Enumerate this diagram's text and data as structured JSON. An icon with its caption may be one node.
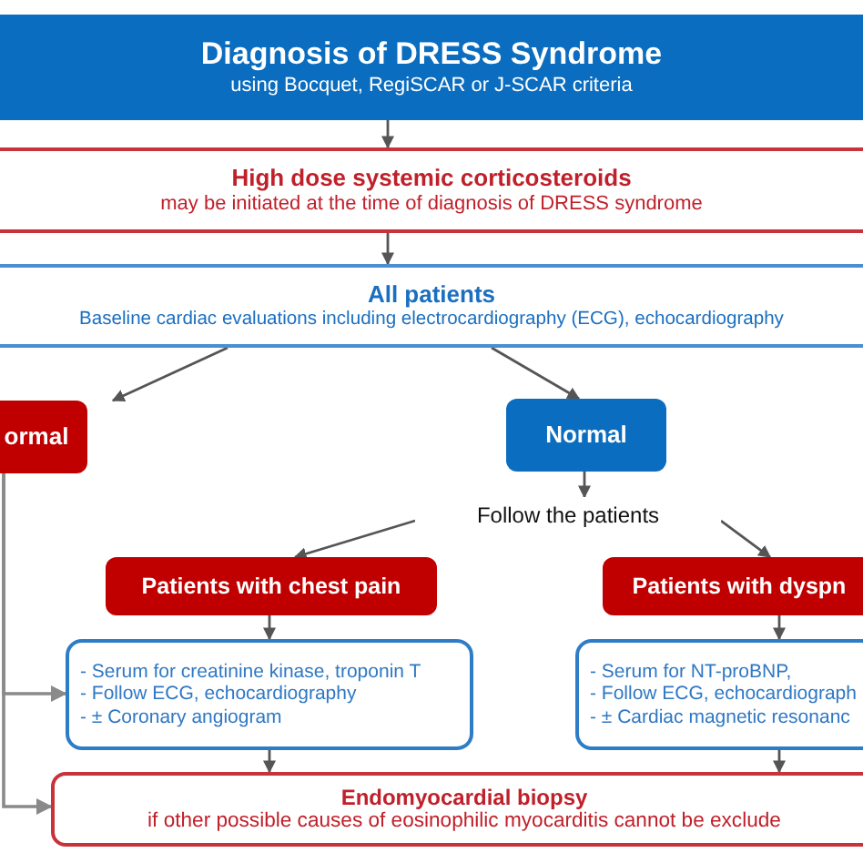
{
  "diagram": {
    "nodes": [
      {
        "text": [
          "Diagnosis of DRESS Syndrome",
          "using Bocquet, RegiSCAR or J-SCAR criteria"
        ]
      },
      {
        "text": [
          "High dose systemic corticosteroids",
          "may be initiated at the time of diagnosis of DRESS syndrome"
        ]
      },
      {
        "text": [
          "All patients",
          "Baseline cardiac evaluations including electrocardiography (ECG), echocardiography"
        ]
      },
      {
        "text": [
          "ormal"
        ]
      },
      {
        "text": [
          "Normal"
        ]
      },
      {
        "text": [
          "Follow the patients"
        ]
      },
      {
        "text": [
          "Patients with chest pain"
        ]
      },
      {
        "text": [
          "Patients with dyspn"
        ]
      },
      {
        "text": [
          "- Serum for creatinine kinase, troponin T",
          "- Follow ECG, echocardiography",
          "- ± Coronary angiogram"
        ]
      },
      {
        "text": [
          "- Serum for NT-proBNP,",
          "- Follow ECG, echocardiograph",
          "- ± Cardiac magnetic resonanc"
        ]
      },
      {
        "text": [
          "Endomyocardial biopsy",
          "if other possible causes of eosinophilic myocarditis cannot be exclude"
        ]
      }
    ],
    "edges": [
      {
        "from": 0,
        "to": 1,
        "arrow": "to"
      },
      {
        "from": 1,
        "to": 2,
        "arrow": "to"
      },
      {
        "from": 2,
        "to": 3,
        "arrow": "to"
      },
      {
        "from": 2,
        "to": 4,
        "arrow": "to"
      },
      {
        "from": 4,
        "to": 5,
        "arrow": "to"
      },
      {
        "from": 5,
        "to": 6,
        "arrow": "to"
      },
      {
        "from": 5,
        "to": 7,
        "arrow": "to"
      },
      {
        "from": 6,
        "to": 8,
        "arrow": "to"
      },
      {
        "from": 7,
        "to": 9,
        "arrow": "to"
      },
      {
        "from": 8,
        "to": 10,
        "arrow": "to"
      },
      {
        "from": 9,
        "to": 10,
        "arrow": "to"
      },
      {
        "from": 3,
        "to": 8,
        "arrow": "to"
      },
      {
        "from": 3,
        "to": 10,
        "arrow": "to"
      }
    ]
  }
}
